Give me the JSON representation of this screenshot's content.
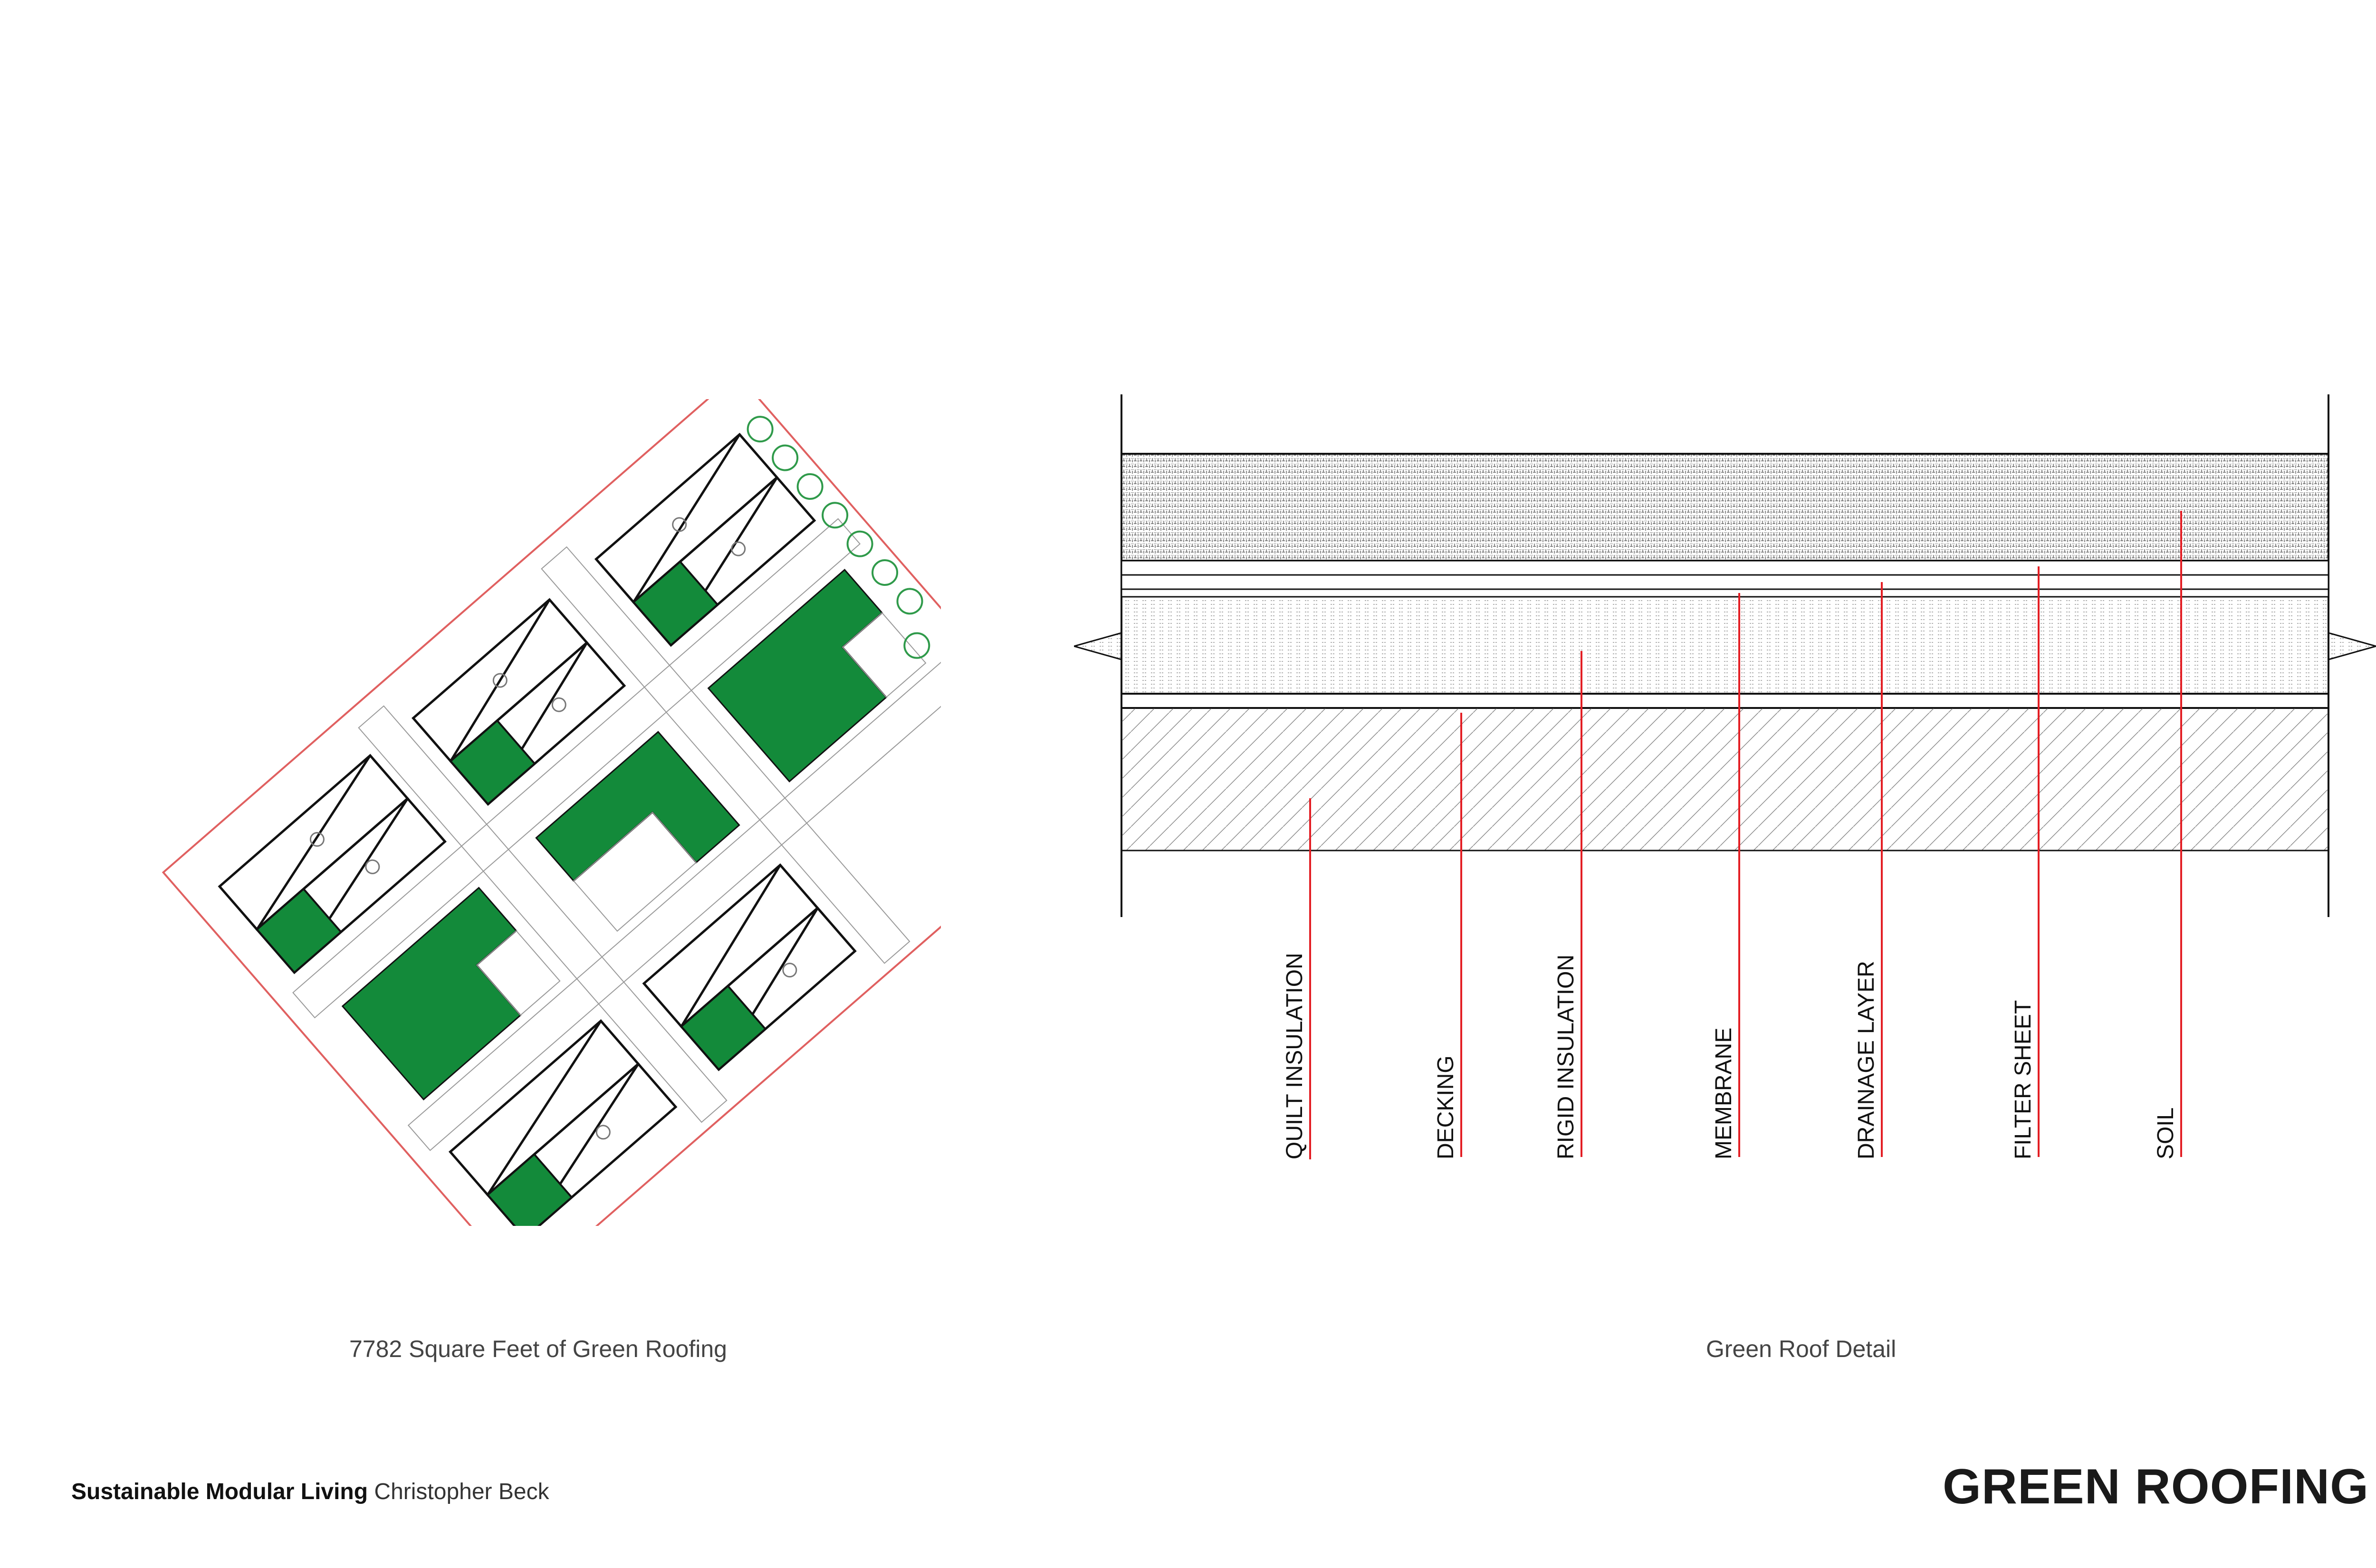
{
  "site_plan": {
    "caption": "7782 Square Feet of Green Roofing",
    "roof_color": "#138a3a",
    "boundary_color": "#e06060",
    "tree_color": "#2f9a4a"
  },
  "detail": {
    "caption": "Green Roof Detail",
    "leader_color": "#e31e24",
    "layers": [
      {
        "label": "QUILT INSULATION"
      },
      {
        "label": "DECKING"
      },
      {
        "label": "RIGID INSULATION"
      },
      {
        "label": "MEMBRANE"
      },
      {
        "label": "DRAINAGE LAYER"
      },
      {
        "label": "FILTER SHEET"
      },
      {
        "label": "SOIL"
      }
    ]
  },
  "footer": {
    "project": "Sustainable Modular Living",
    "author": "Christopher Beck",
    "title": "GREEN ROOFING"
  }
}
